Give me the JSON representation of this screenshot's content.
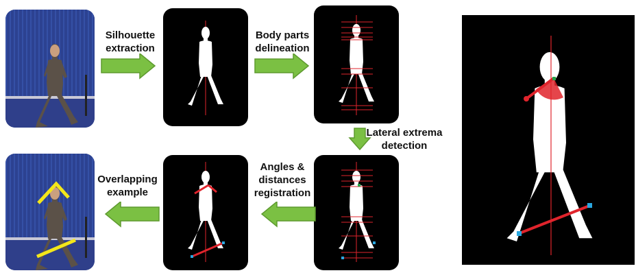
{
  "steps": {
    "silhouette_extraction": "Silhouette\nextraction",
    "body_parts_delineation": "Body parts\ndelineation",
    "lateral_extrema_detection": "Lateral extrema\ndetection",
    "angles_distances_registration": "Angles &\ndistances\nregistration",
    "overlapping_example": "Overlapping\nexample"
  },
  "colors": {
    "arrow_green": "#7bc043",
    "arrow_green_dark": "#5e9a2f",
    "measure_red": "#e0242c",
    "extrema_blue": "#2aa7e0",
    "extrema_green": "#2ca24a",
    "overlay_yellow": "#f3e61a",
    "curtain_blue": "#2c4291",
    "floor_blue": "#2a3f86"
  },
  "icons": {
    "flow_arrow": "green-block-arrow-icon",
    "walker": "walking-person-icon"
  }
}
